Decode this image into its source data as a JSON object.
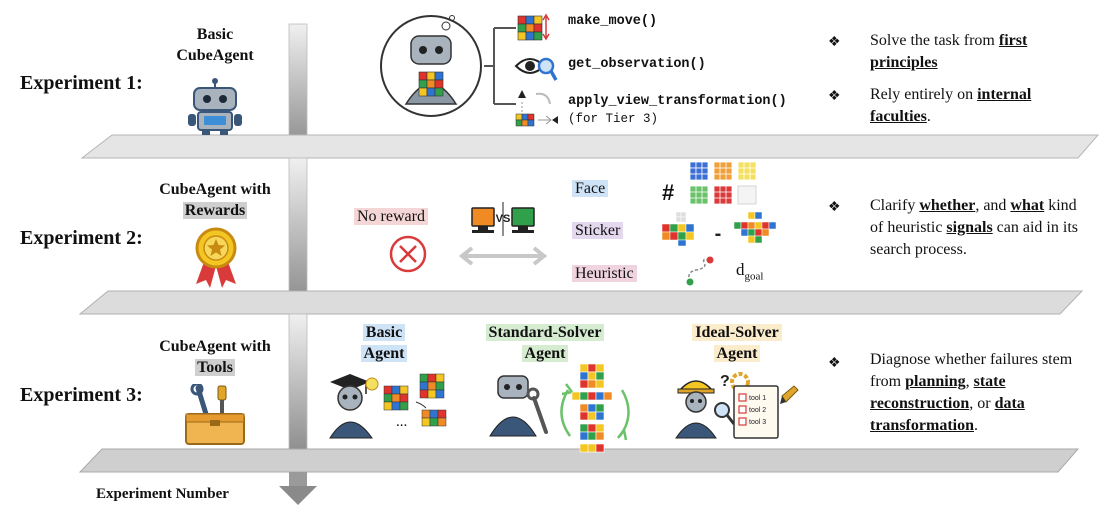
{
  "experiments": [
    {
      "label": "Experiment 1:",
      "agent_title_line1": "Basic",
      "agent_title_line2": "CubeAgent",
      "tools": [
        {
          "name": "make_move()"
        },
        {
          "name": "get_observation()"
        },
        {
          "name": "apply_view_transformation()",
          "note": "(for Tier 3)"
        }
      ],
      "bullets": [
        {
          "parts": [
            "Solve the task from ",
            "first principles"
          ]
        },
        {
          "parts": [
            "Rely entirely on ",
            "internal faculties",
            "."
          ]
        }
      ]
    },
    {
      "label": "Experiment 2:",
      "agent_title_line1": "CubeAgent with",
      "agent_title_line2": "Rewards",
      "no_reward": "No reward",
      "vs": "VS",
      "signals": [
        "Face",
        "Sticker",
        "Heuristic"
      ],
      "face_symbol": "#",
      "minus_symbol": "-",
      "dgoal_main": "d",
      "dgoal_sub": "goal",
      "bullet_parts": [
        "Clarify ",
        "whether",
        ", and ",
        "what",
        " kind of heuristic ",
        "signals",
        " can aid in its search process."
      ]
    },
    {
      "label": "Experiment 3:",
      "agent_title_line1": "CubeAgent with",
      "agent_title_line2": "Tools",
      "agents": [
        {
          "line1": "Basic",
          "line2": "Agent"
        },
        {
          "line1": "Standard-Solver",
          "line2": "Agent"
        },
        {
          "line1": "Ideal-Solver",
          "line2": "Agent"
        }
      ],
      "ellipsis": "...",
      "question_marks": "?",
      "checklist": [
        "tool 1",
        "tool 2",
        "tool 3"
      ],
      "bullet_parts": [
        "Diagnose whether failures stem from ",
        "planning",
        ", ",
        "state reconstruction",
        ", or ",
        "data transformation",
        "."
      ]
    }
  ],
  "axis_label": "Experiment Number",
  "bullet_symbol": "❖",
  "colors": {
    "plane": "#dcdcdc",
    "plane_edge": "#bdbdbd",
    "axis": "#c8c8c8",
    "reward_red": "#d93a3a",
    "robot_blue": "#3a5678"
  }
}
